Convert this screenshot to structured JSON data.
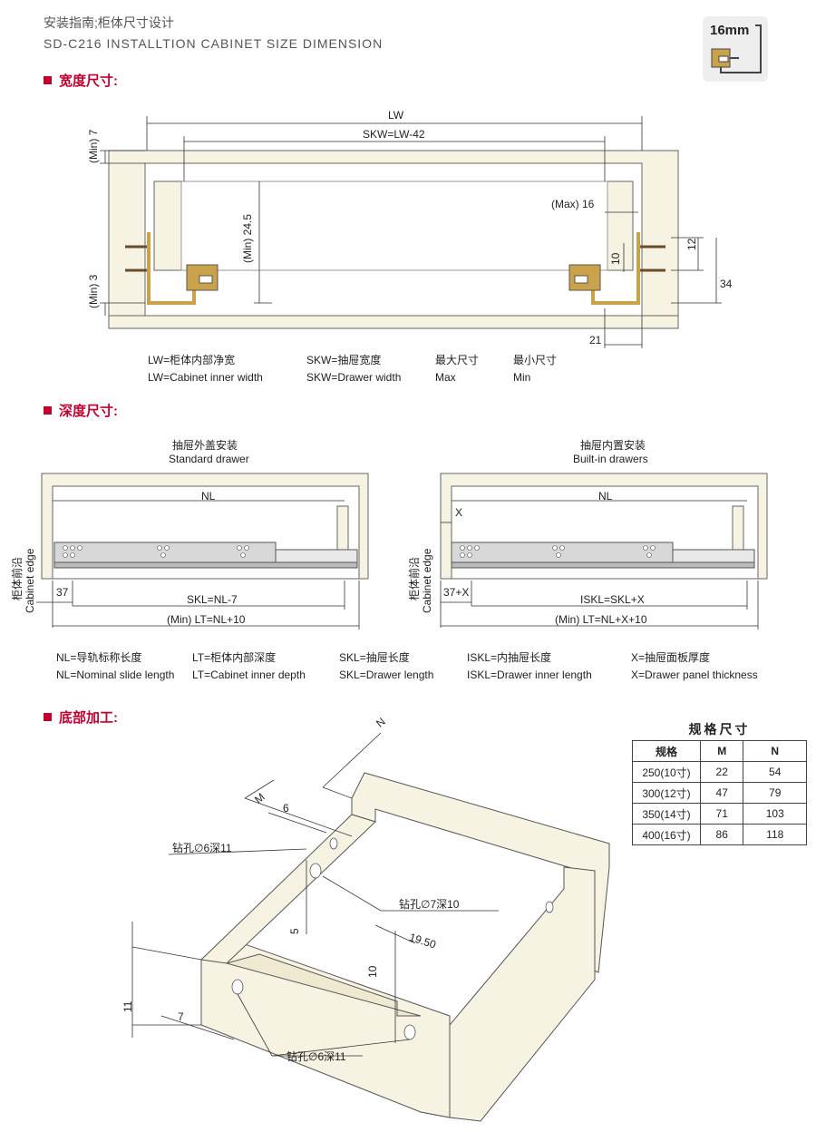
{
  "header": {
    "title_cn": "安装指南;柜体尺寸设计",
    "title_en": "SD-C216 INSTALLTION CABINET SIZE DIMENSION",
    "badge": "16mm"
  },
  "sections": {
    "width": "宽度尺寸:",
    "depth": "深度尺寸:",
    "bottom": "底部加工:"
  },
  "width_diagram": {
    "lw": "LW",
    "skw": "SKW=LW-42",
    "min7": "(Min) 7",
    "min3": "(Min) 3",
    "min245": "(Min) 24.5",
    "max16": "(Max) 16",
    "d10": "10",
    "d12": "12",
    "d34": "34",
    "d21": "21"
  },
  "width_legend": {
    "lw_cn": "LW=柜体内部净宽",
    "lw_en": "LW=Cabinet inner width",
    "skw_cn": "SKW=抽屉宽度",
    "skw_en": "SKW=Drawer width",
    "max_cn": "最大尺寸",
    "max_en": "Max",
    "min_cn": "最小尺寸",
    "min_en": "Min"
  },
  "depth_diagram": {
    "std_cn": "抽屉外盖安装",
    "std_en": "Standard drawer",
    "bi_cn": "抽屉内置安装",
    "bi_en": "Built-in drawers",
    "nl": "NL",
    "edge_cn": "柜体前沿",
    "edge_en": "Cabinet edge",
    "d37": "37",
    "skl": "SKL=NL-7",
    "lt_std": "(Min) LT=NL+10",
    "x": "X",
    "d37x": "37+X",
    "iskl": "ISKL=SKL+X",
    "lt_bi": "(Min) LT=NL+X+10"
  },
  "depth_legend": {
    "nl_cn": "NL=导轨标称长度",
    "nl_en": "NL=Nominal slide length",
    "lt_cn": "LT=柜体内部深度",
    "lt_en": "LT=Cabinet inner depth",
    "skl_cn": "SKL=抽屉长度",
    "skl_en": "SKL=Drawer length",
    "iskl_cn": "ISKL=内抽屉长度",
    "iskl_en": "ISKL=Drawer inner length",
    "x_cn": "X=抽屉面板厚度",
    "x_en": "X=Drawer panel thickness"
  },
  "bottom_diagram": {
    "n": "N",
    "m": "M",
    "d6": "6",
    "drill6a": "钻孔∅6深11",
    "drill7": "钻孔∅7深10",
    "d5": "5",
    "d1950": "19.50",
    "d10": "10",
    "d11": "11",
    "d7": "7",
    "drill6b": "钻孔∅6深11"
  },
  "spec_table": {
    "title": "规格尺寸",
    "headers": [
      "规格",
      "M",
      "N"
    ],
    "rows": [
      [
        "250(10寸)",
        "22",
        "54"
      ],
      [
        "300(12寸)",
        "47",
        "79"
      ],
      [
        "350(14寸)",
        "71",
        "103"
      ],
      [
        "400(16寸)",
        "86",
        "118"
      ]
    ]
  },
  "colors": {
    "accent": "#c0002f",
    "cabinet": "#f7f3e3",
    "rail": "#c9a24a"
  }
}
